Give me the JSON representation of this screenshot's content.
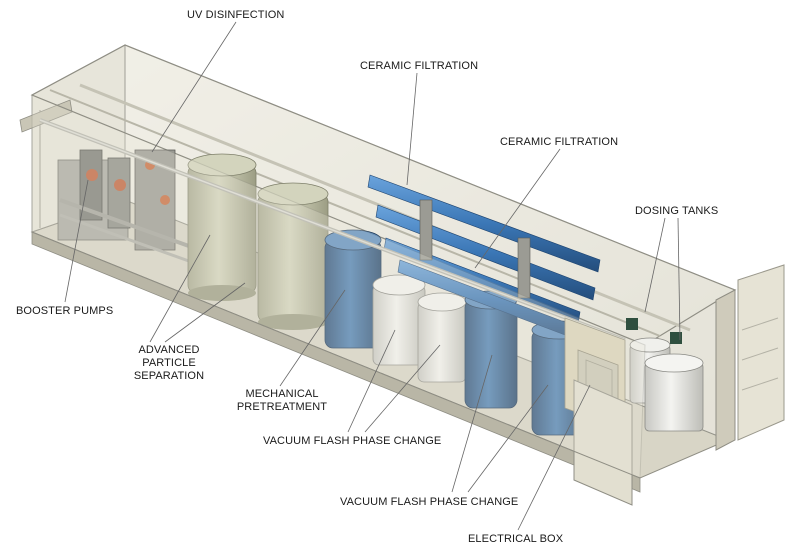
{
  "callouts": {
    "uv_disinfection": "UV DISINFECTION",
    "ceramic_filtration_1": "CERAMIC FILTRATION",
    "ceramic_filtration_2": "CERAMIC FILTRATION",
    "dosing_tanks": "DOSING TANKS",
    "booster_pumps": "BOOSTER PUMPS",
    "advanced_particle_separation": "ADVANCED PARTICLE SEPARATION",
    "mechanical_pretreatment": "MECHANICAL PRETREATMENT",
    "vacuum_flash_phase_change_1": "VACUUM FLASH PHASE CHANGE",
    "vacuum_flash_phase_change_2": "VACUUM FLASH PHASE CHANGE",
    "electrical_box": "ELECTRICAL BOX"
  },
  "colors": {
    "container_frame": "#9a9a90",
    "container_glass": "#d9d6c6",
    "blue_vessel": "#3f6f9f",
    "white_vessel": "#e9e9e6",
    "tan_vessel": "#c9c9b0",
    "pipe_blue": "#3e7fc4",
    "leader_line": "#666666"
  }
}
